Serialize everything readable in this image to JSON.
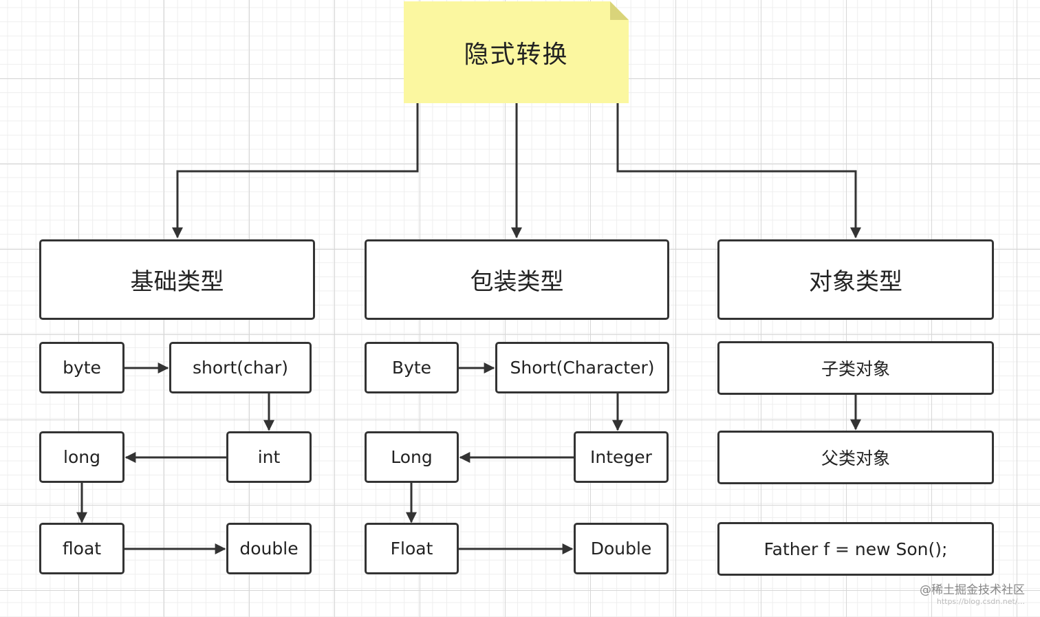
{
  "root": {
    "title": "隐式转换"
  },
  "categories": [
    {
      "title": "基础类型"
    },
    {
      "title": "包装类型"
    },
    {
      "title": "对象类型"
    }
  ],
  "primitive": {
    "byte": "byte",
    "short_char": "short(char)",
    "int": "int",
    "long": "long",
    "float": "float",
    "double": "double"
  },
  "wrapper": {
    "byte": "Byte",
    "short_character": "Short(Character)",
    "integer": "Integer",
    "long": "Long",
    "float": "Float",
    "double": "Double"
  },
  "object": {
    "child": "子类对象",
    "parent": "父类对象",
    "example": "Father f = new Son();"
  },
  "watermark": {
    "text": "@稀土掘金技术社区",
    "url": "https://blog.csdn.net/..."
  },
  "colors": {
    "note": "#fbf7a0",
    "stroke": "#333333",
    "grid": "#d6d6d6"
  }
}
